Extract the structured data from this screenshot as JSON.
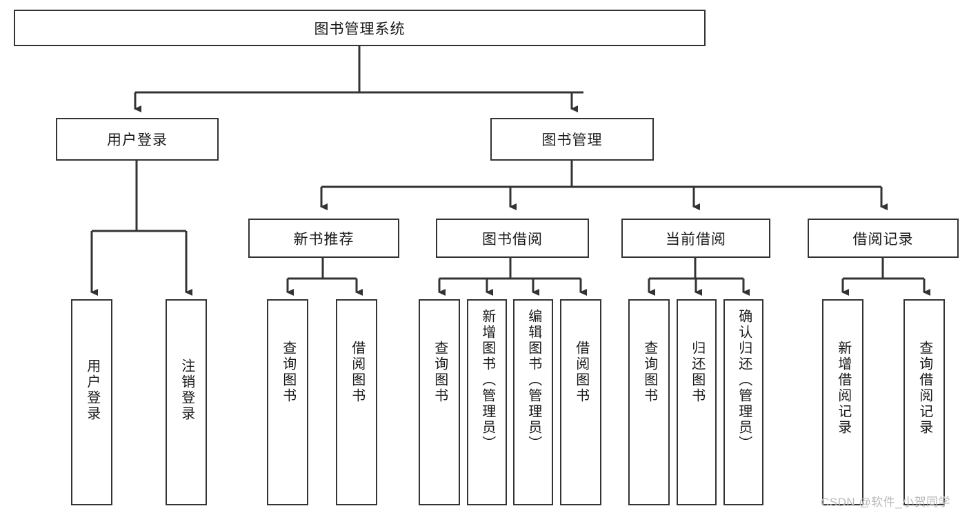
{
  "diagram": {
    "title": "图书管理系统",
    "type": "tree-hierarchy-diagram",
    "colors": {
      "box_border": "#333333",
      "box_fill": "#ffffff",
      "edge": "#333333",
      "text": "#1a1a1a",
      "watermark": "#b9b9b9"
    },
    "root": {
      "label": "图书管理系统"
    },
    "level2": [
      {
        "label": "用户登录"
      },
      {
        "label": "图书管理"
      }
    ],
    "level3": [
      {
        "label": "新书推荐"
      },
      {
        "label": "图书借阅"
      },
      {
        "label": "当前借阅"
      },
      {
        "label": "借阅记录"
      }
    ],
    "leaves": {
      "user_login": [
        {
          "label": "用户登录"
        },
        {
          "label": "注销登录"
        }
      ],
      "new_book_recommend": [
        {
          "label": "查询图书"
        },
        {
          "label": "借阅图书"
        }
      ],
      "book_borrow": [
        {
          "label": "查询图书"
        },
        {
          "label": "新增图书（管理员）"
        },
        {
          "label": "编辑图书（管理员）"
        },
        {
          "label": "借阅图书"
        }
      ],
      "current_borrow": [
        {
          "label": "查询图书"
        },
        {
          "label": "归还图书"
        },
        {
          "label": "确认归还（管理员）"
        }
      ],
      "borrow_record": [
        {
          "label": "新增借阅记录"
        },
        {
          "label": "查询借阅记录"
        }
      ]
    }
  },
  "watermark": {
    "text": "CSDN @软件_小贺同学"
  }
}
